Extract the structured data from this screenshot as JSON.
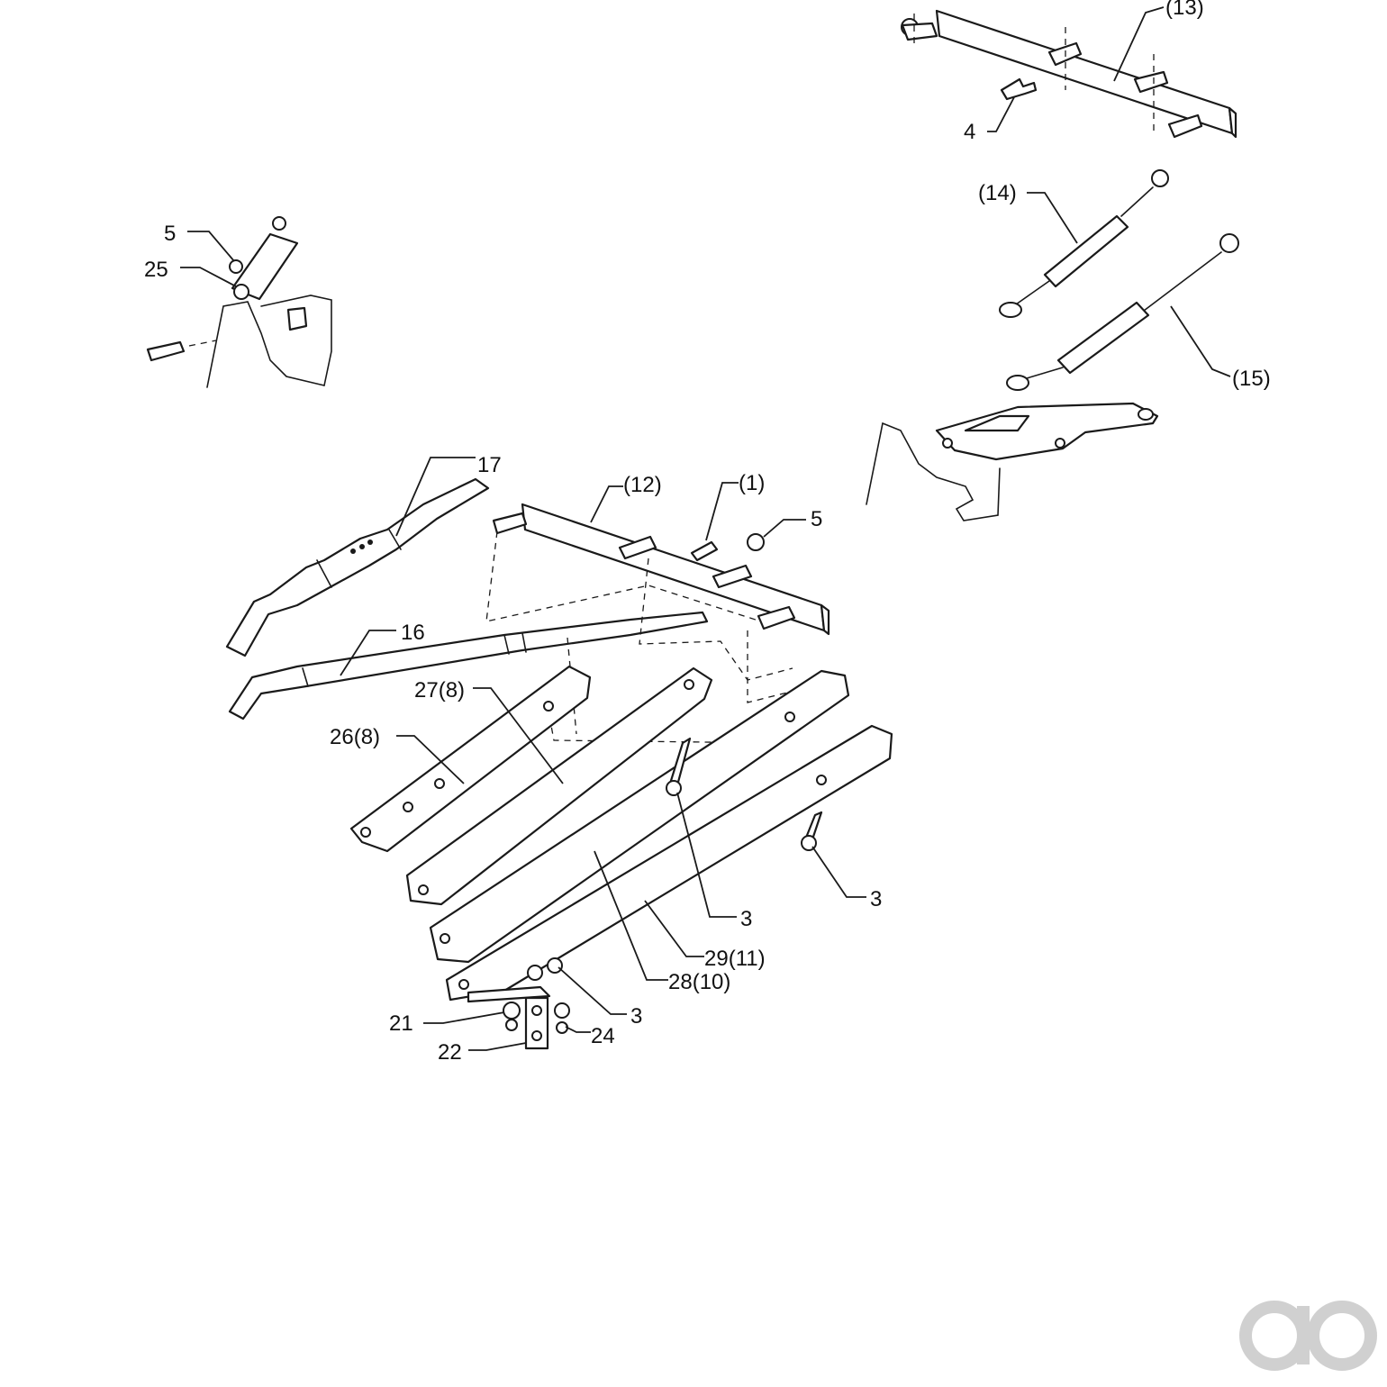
{
  "callouts": {
    "c13": "(13)",
    "c4": "4",
    "c14": "(14)",
    "c15": "(15)",
    "c5a": "5",
    "c25": "25",
    "c17": "17",
    "c12": "(12)",
    "c1": "(1)",
    "c5b": "5",
    "c16": "16",
    "c27": "27(8)",
    "c26": "26(8)",
    "c3a": "3",
    "c3b": "3",
    "c29": "29(11)",
    "c28": "28(10)",
    "c21": "21",
    "c3c": "3",
    "c24": "24",
    "c22": "22"
  },
  "colors": {
    "ink": "#1a1a1a",
    "paper": "#ffffff",
    "watermark": "#d0d0d0"
  },
  "icons": {
    "watermark": "logo-watermark"
  }
}
